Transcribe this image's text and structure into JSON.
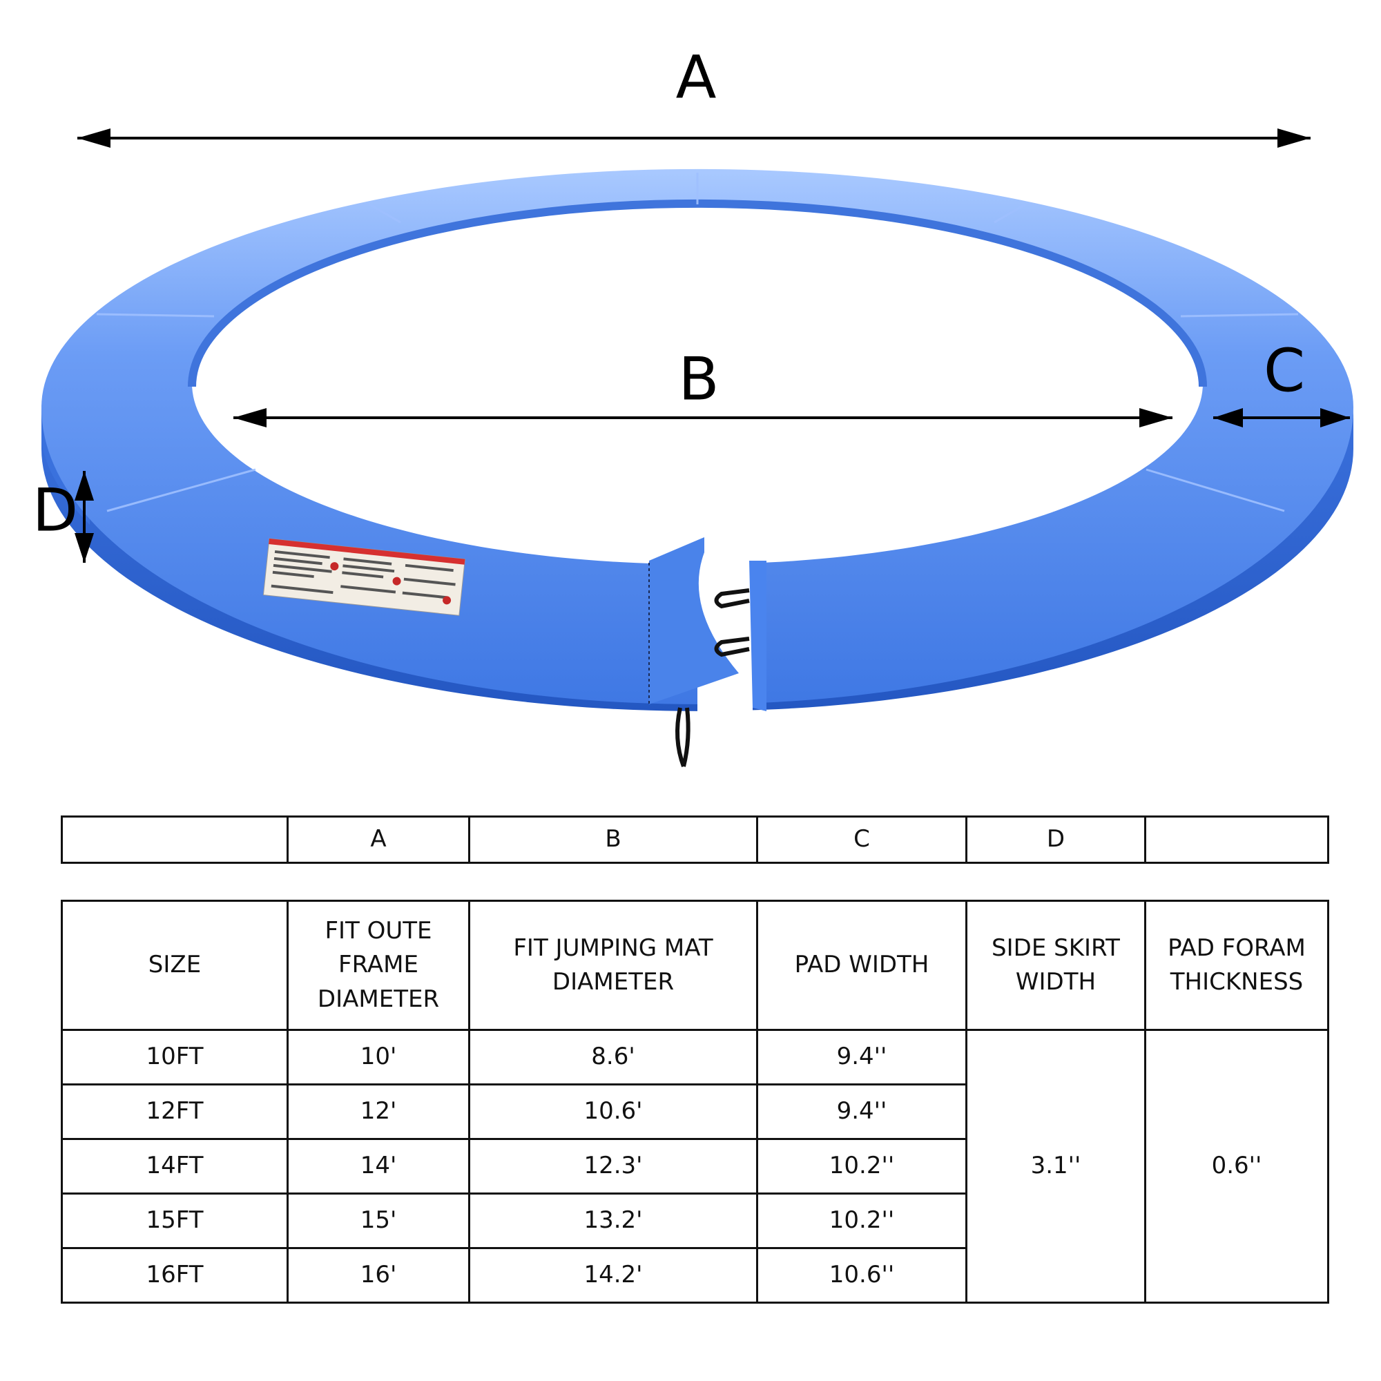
{
  "diagram": {
    "labels": {
      "a": "A",
      "b": "B",
      "c": "C",
      "d": "D"
    },
    "colors": {
      "pad_light": "#8fb6ff",
      "pad_main": "#4d86ec",
      "pad_dark": "#2f65d3",
      "pad_edge": "#2559c4",
      "arrow": "#000000"
    },
    "icons": {
      "warning_label": "warning-label-sticker",
      "strap": "black-strap"
    }
  },
  "table": {
    "letters": [
      "",
      "A",
      "B",
      "C",
      "D",
      ""
    ],
    "headers": [
      "SIZE",
      "FIT OUTE FRAME DIAMETER",
      "FIT JUMPING MAT DIAMETER",
      "PAD WIDTH",
      "SIDE SKIRT WIDTH",
      "PAD FORAM THICKNESS"
    ],
    "rows": [
      [
        "10FT",
        "10'",
        "8.6'",
        "9.4''"
      ],
      [
        "12FT",
        "12'",
        "10.6'",
        "9.4''"
      ],
      [
        "14FT",
        "14'",
        "12.3'",
        "10.2''"
      ],
      [
        "15FT",
        "15'",
        "13.2'",
        "10.2''"
      ],
      [
        "16FT",
        "16'",
        "14.2'",
        "10.6''"
      ]
    ],
    "side_skirt_width": "3.1''",
    "pad_foam_thickness": "0.6''"
  }
}
